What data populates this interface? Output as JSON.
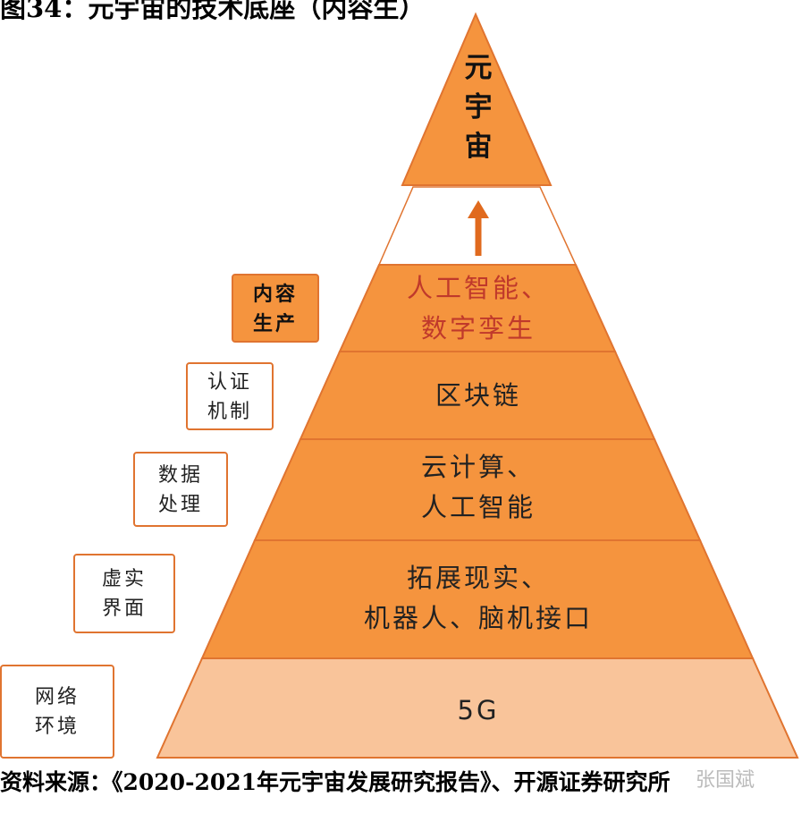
{
  "title": "图34：元宇宙的技术底座（内容生）",
  "apex": {
    "chars": [
      "元",
      "宇",
      "宙"
    ]
  },
  "levels": [
    {
      "id": "ai-twin",
      "lines": [
        "人工智能、",
        "数字孪生"
      ],
      "color": "#C0392B"
    },
    {
      "id": "blockchain",
      "lines": [
        "区块链"
      ]
    },
    {
      "id": "cloud",
      "lines": [
        "云计算、",
        "人工智能"
      ]
    },
    {
      "id": "xr",
      "lines": [
        "拓展现实、",
        "机器人、脑机接口"
      ]
    },
    {
      "id": "5g",
      "lines": [
        "5G"
      ]
    }
  ],
  "side_labels": [
    {
      "id": "content",
      "lines": [
        "内容",
        "生产"
      ]
    },
    {
      "id": "auth",
      "lines": [
        "认证",
        "机制"
      ]
    },
    {
      "id": "data",
      "lines": [
        "数据",
        "处理"
      ]
    },
    {
      "id": "ui",
      "lines": [
        "虚实",
        "界面"
      ]
    },
    {
      "id": "net",
      "lines": [
        "网络",
        "环境"
      ]
    }
  ],
  "source": "资料来源：《2020-2021年元宇宙发展研究报告》、开源证券研究所",
  "watermark": "张国斌",
  "colors": {
    "layer_dark": "#F5943E",
    "layer_light": "#F9C49A",
    "border": "#E07430",
    "arrow": "#E06A1E"
  }
}
